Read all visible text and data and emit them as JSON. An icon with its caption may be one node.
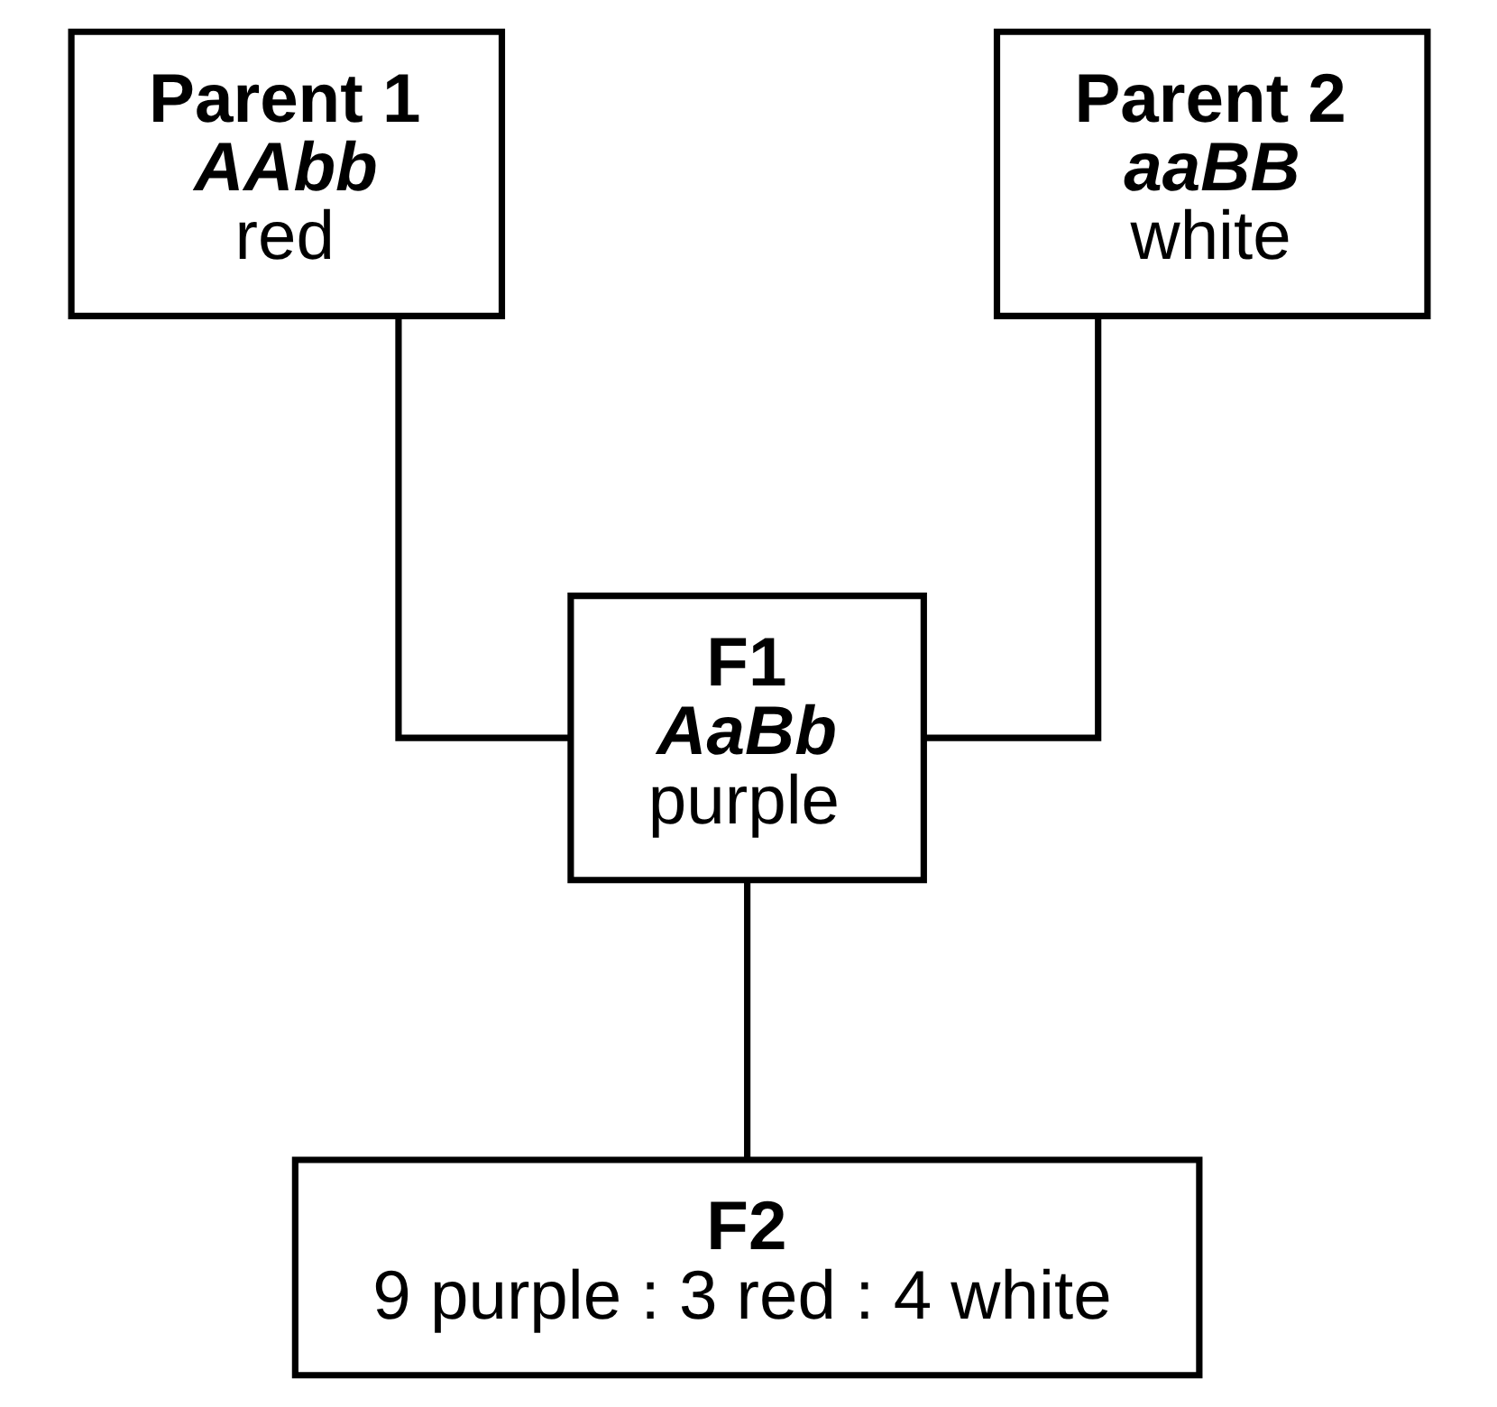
{
  "diagram": {
    "nodes": [
      {
        "text": [
          "Parent 1",
          "AAbb",
          "red"
        ]
      },
      {
        "text": [
          "Parent 2",
          "aaBB",
          "white"
        ]
      },
      {
        "text": [
          "F1",
          "AaBb",
          "purple"
        ]
      },
      {
        "text": [
          "F2",
          "9 purple : 3 red : 4 white"
        ]
      }
    ],
    "edges": [
      {
        "from": 0,
        "to": 2,
        "arrow": "none"
      },
      {
        "from": 1,
        "to": 2,
        "arrow": "none"
      },
      {
        "from": 2,
        "to": 3,
        "arrow": "none"
      }
    ]
  }
}
